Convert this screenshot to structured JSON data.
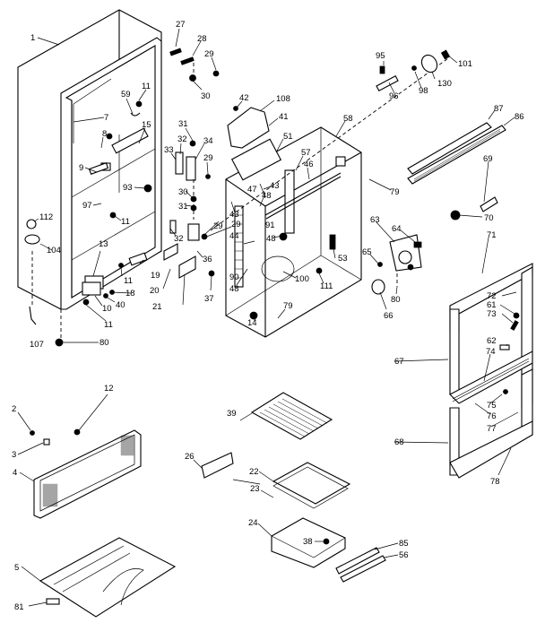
{
  "diagram": {
    "title": "Refrigerator cabinet exploded parts diagram",
    "callouts": [
      {
        "id": "c1",
        "label": "1"
      },
      {
        "id": "c27",
        "label": "27"
      },
      {
        "id": "c28",
        "label": "28"
      },
      {
        "id": "c29a",
        "label": "29"
      },
      {
        "id": "c30a",
        "label": "30"
      },
      {
        "id": "c11a",
        "label": "11"
      },
      {
        "id": "c59",
        "label": "59"
      },
      {
        "id": "c7",
        "label": "7"
      },
      {
        "id": "c15",
        "label": "15"
      },
      {
        "id": "c8",
        "label": "8"
      },
      {
        "id": "c9",
        "label": "9"
      },
      {
        "id": "c31a",
        "label": "31"
      },
      {
        "id": "c32a",
        "label": "32"
      },
      {
        "id": "c33",
        "label": "33"
      },
      {
        "id": "c34",
        "label": "34"
      },
      {
        "id": "c29b",
        "label": "29"
      },
      {
        "id": "c93",
        "label": "93"
      },
      {
        "id": "c97",
        "label": "97"
      },
      {
        "id": "c11b",
        "label": "11"
      },
      {
        "id": "c30b",
        "label": "30"
      },
      {
        "id": "c31b",
        "label": "31"
      },
      {
        "id": "c32b",
        "label": "32"
      },
      {
        "id": "c29c",
        "label": "29"
      },
      {
        "id": "c36",
        "label": "36"
      },
      {
        "id": "c112",
        "label": "112"
      },
      {
        "id": "c104",
        "label": "104"
      },
      {
        "id": "c13",
        "label": "13"
      },
      {
        "id": "c11c",
        "label": "11"
      },
      {
        "id": "c19",
        "label": "19"
      },
      {
        "id": "c20",
        "label": "20"
      },
      {
        "id": "c21",
        "label": "21"
      },
      {
        "id": "c37",
        "label": "37"
      },
      {
        "id": "c18",
        "label": "18"
      },
      {
        "id": "c40",
        "label": "40"
      },
      {
        "id": "c10",
        "label": "10"
      },
      {
        "id": "c11d",
        "label": "11"
      },
      {
        "id": "c107",
        "label": "107"
      },
      {
        "id": "c80a",
        "label": "80"
      },
      {
        "id": "c42",
        "label": "42"
      },
      {
        "id": "c108",
        "label": "108"
      },
      {
        "id": "c41",
        "label": "41"
      },
      {
        "id": "c51",
        "label": "51"
      },
      {
        "id": "c58",
        "label": "58"
      },
      {
        "id": "c57",
        "label": "57"
      },
      {
        "id": "c46",
        "label": "46"
      },
      {
        "id": "c47",
        "label": "47"
      },
      {
        "id": "c43a",
        "label": "43"
      },
      {
        "id": "c48a",
        "label": "48"
      },
      {
        "id": "c43b",
        "label": "43"
      },
      {
        "id": "c29d",
        "label": "29"
      },
      {
        "id": "c44",
        "label": "44"
      },
      {
        "id": "c91",
        "label": "91"
      },
      {
        "id": "c48b",
        "label": "48"
      },
      {
        "id": "c90",
        "label": "90"
      },
      {
        "id": "c48c",
        "label": "48"
      },
      {
        "id": "c100",
        "label": "100"
      },
      {
        "id": "c111",
        "label": "111"
      },
      {
        "id": "c53",
        "label": "53"
      },
      {
        "id": "c79a",
        "label": "79"
      },
      {
        "id": "c14",
        "label": "14"
      },
      {
        "id": "c95",
        "label": "95"
      },
      {
        "id": "c96",
        "label": "96"
      },
      {
        "id": "c98",
        "label": "98"
      },
      {
        "id": "c130",
        "label": "130"
      },
      {
        "id": "c101",
        "label": "101"
      },
      {
        "id": "c87",
        "label": "87"
      },
      {
        "id": "c86",
        "label": "86"
      },
      {
        "id": "c79b",
        "label": "79"
      },
      {
        "id": "c69",
        "label": "69"
      },
      {
        "id": "c70",
        "label": "70"
      },
      {
        "id": "c63",
        "label": "63"
      },
      {
        "id": "c64",
        "label": "64"
      },
      {
        "id": "c65",
        "label": "65"
      },
      {
        "id": "c80b",
        "label": "80"
      },
      {
        "id": "c66",
        "label": "66"
      },
      {
        "id": "c71",
        "label": "71"
      },
      {
        "id": "c72",
        "label": "72"
      },
      {
        "id": "c61",
        "label": "61"
      },
      {
        "id": "c73",
        "label": "73"
      },
      {
        "id": "c62",
        "label": "62"
      },
      {
        "id": "c67",
        "label": "67"
      },
      {
        "id": "c74",
        "label": "74"
      },
      {
        "id": "c75",
        "label": "75"
      },
      {
        "id": "c76",
        "label": "76"
      },
      {
        "id": "c77",
        "label": "77"
      },
      {
        "id": "c68",
        "label": "68"
      },
      {
        "id": "c78",
        "label": "78"
      },
      {
        "id": "c12",
        "label": "12"
      },
      {
        "id": "c2",
        "label": "2"
      },
      {
        "id": "c3",
        "label": "3"
      },
      {
        "id": "c4",
        "label": "4"
      },
      {
        "id": "c39",
        "label": "39"
      },
      {
        "id": "c26",
        "label": "26"
      },
      {
        "id": "c22",
        "label": "22"
      },
      {
        "id": "c23",
        "label": "23"
      },
      {
        "id": "c24",
        "label": "24"
      },
      {
        "id": "c38",
        "label": "38"
      },
      {
        "id": "c85",
        "label": "85"
      },
      {
        "id": "c56",
        "label": "56"
      },
      {
        "id": "c5",
        "label": "5"
      },
      {
        "id": "c81",
        "label": "81"
      }
    ]
  }
}
